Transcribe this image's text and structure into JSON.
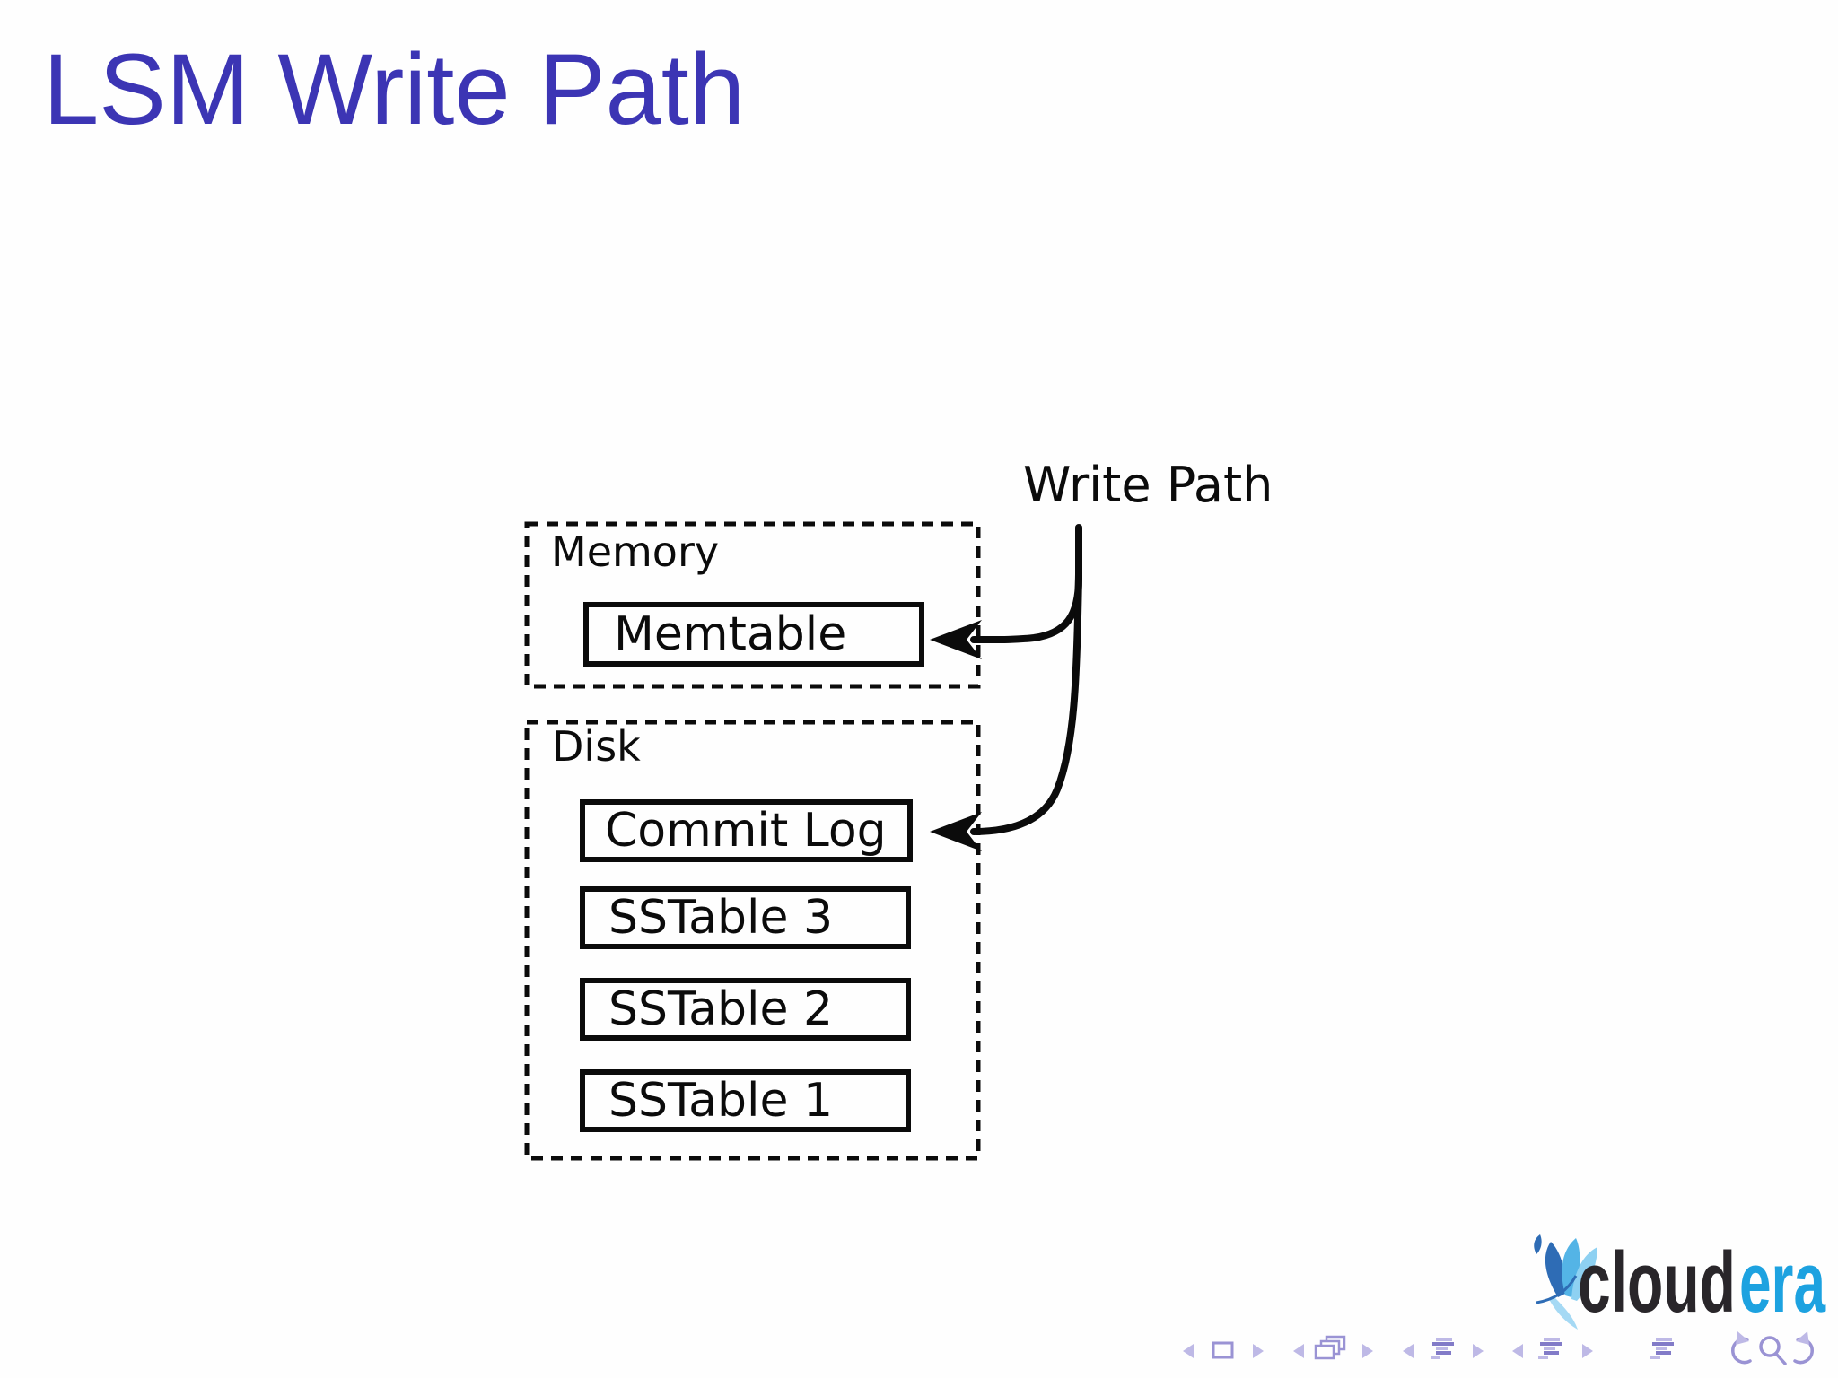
{
  "slide": {
    "title": "LSM Write Path"
  },
  "diagram": {
    "write_path_label": "Write Path",
    "memory_group": {
      "label": "Memory",
      "memtable_label": "Memtable"
    },
    "disk_group": {
      "label": "Disk",
      "boxes": [
        "Commit Log",
        "SSTable 3",
        "SSTable 2",
        "SSTable 1"
      ]
    }
  },
  "footer": {
    "logo": {
      "word_dark": "cloud",
      "word_accent": "era",
      "icon": "cloudera-feather-icon"
    },
    "nav_icons": [
      "prev-slide",
      "slide",
      "next-slide",
      "prev-frame",
      "frame",
      "next-frame",
      "prev-subsection",
      "subsection",
      "next-subsection",
      "prev-section",
      "section",
      "next-section",
      "appendix",
      "back",
      "find",
      "forward"
    ]
  },
  "colors": {
    "title": "#3c35b4",
    "ink": "#0b0b0b",
    "nav": "#9a93d4",
    "nav_light": "#beb9e6",
    "nav_dark": "#827bc8",
    "brand_dark": "#29262a",
    "brand_blue": "#1da2e0"
  }
}
